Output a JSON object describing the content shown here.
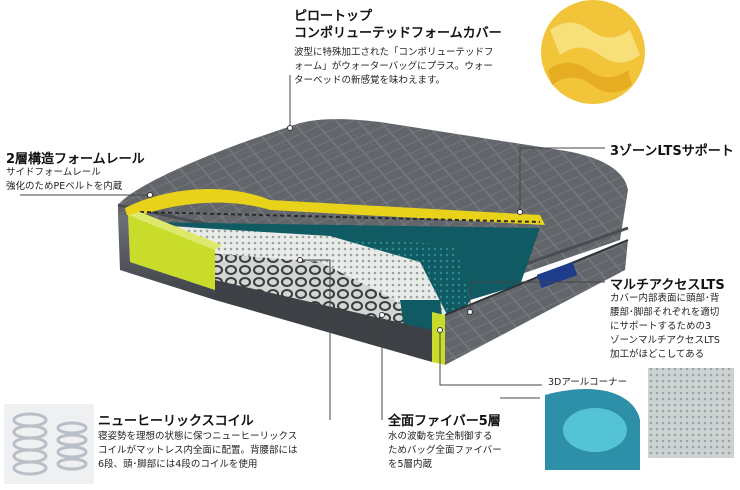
{
  "pillowtop": {
    "title_line1": "ピロートップ",
    "title_line2": "コンポリューテッドフォームカバー",
    "desc": "波型に特殊加工された「コンポリューテッドフ\nォーム」がウォーターバッグにプラス。ウォー\nターベッドの新感覚を味わえます。"
  },
  "rail": {
    "title": "2層構造フォームレール",
    "desc": "サイドフォームレール\n強化のためPEベルトを内蔵"
  },
  "zone": {
    "title": "3ゾーンLTSサポート"
  },
  "multi": {
    "title": "マルチアクセスLTS",
    "desc": "カバー内部表面に頭部･背\n腰部･脚部それぞれを適切\nにサポートするための3\nゾーンマルチアクセスLTS\n加工がほどこしてある"
  },
  "corner": {
    "label": "3Dアールコーナー"
  },
  "coil": {
    "title": "ニューヒーリックスコイル",
    "desc": "寝姿勢を理想の状態に保つニューヒーリックス\nコイルがマットレス内全面に配置。背腰部には\n6段、頭･脚部には4段のコイルを使用"
  },
  "fiber": {
    "title": "全面ファイバー5層",
    "desc": "水の波動を完全制御する\nためバッグ全面ファイバー\nを5層内蔵"
  },
  "colors": {
    "cover": "#5f6266",
    "foam_yellow": "#e8d21a",
    "rail_green": "#c9dc2a",
    "water_teal": "#0f5a63"
  }
}
